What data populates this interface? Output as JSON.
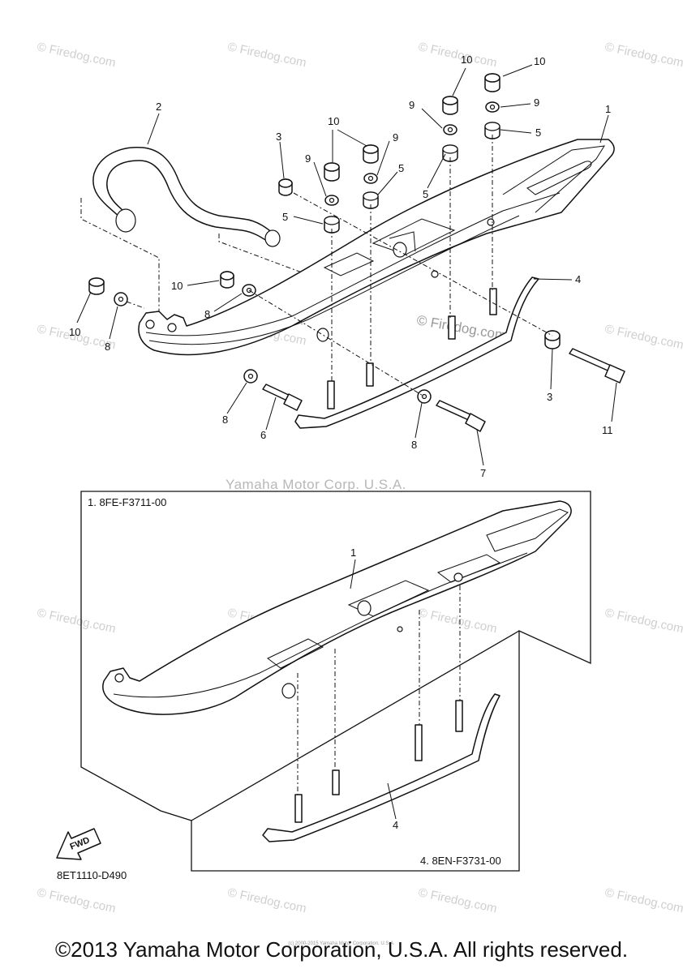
{
  "brand_watermark": "Yamaha Motor Corp. U.S.A.",
  "site_watermark": "© Firedog.com",
  "center_watermark": "© Firedog.com",
  "callouts": {
    "ski": "1",
    "handle": "2",
    "collar_upper": "3",
    "collar_right": "3",
    "runner": "4",
    "spacer_a": "5",
    "spacer_b": "5",
    "spacer_c": "5",
    "spacer_d": "5",
    "bolt_left": "6",
    "bolt_center": "7",
    "washer_left": "8",
    "washer_front": "8",
    "washer_mid": "8",
    "washer_right": "8",
    "washer_9a": "9",
    "washer_9b": "9",
    "washer_9c": "9",
    "washer_9d": "9",
    "nut_10a": "10",
    "nut_10b": "10",
    "nut_10c": "10",
    "nut_10d": "10",
    "nut_10e": "10",
    "bolt_right": "11",
    "inset_ski": "1",
    "inset_runner": "4"
  },
  "inset_upper_label": "1. 8FE-F3711-00",
  "inset_lower_label": "4. 8EN-F3731-00",
  "fwd_label": "FWD",
  "diagram_code": "8ET1110-D490",
  "tiny_print": "(c) 2000-2015 Yamaha Motor Corporation, U.S.A.",
  "copyright": "©2013 Yamaha Motor Corporation, U.S.A. All rights reserved."
}
